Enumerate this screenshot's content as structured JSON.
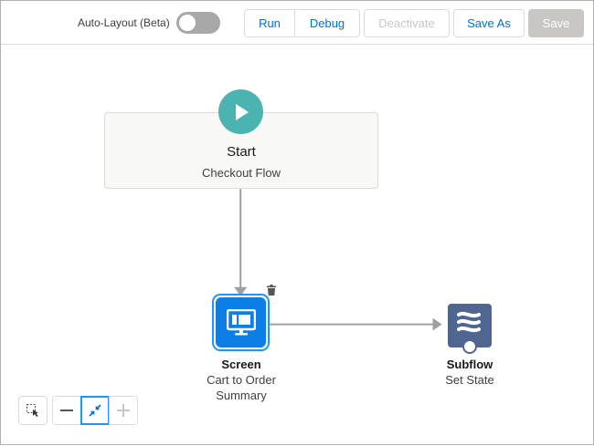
{
  "toolbar": {
    "auto_layout_label": "Auto-Layout (Beta)",
    "auto_layout_on": false,
    "run_label": "Run",
    "debug_label": "Debug",
    "deactivate_label": "Deactivate",
    "save_as_label": "Save As",
    "save_label": "Save"
  },
  "canvas": {
    "start": {
      "title": "Start",
      "subtitle": "Checkout Flow",
      "icon": "play-icon"
    },
    "screen_node": {
      "type": "Screen",
      "name_line1": "Cart to Order",
      "name_line2": "Summary",
      "icon": "screen-icon"
    },
    "subflow_node": {
      "type": "Subflow",
      "name": "Set State",
      "icon": "subflow-icon"
    }
  },
  "zoom_controls": {
    "pan": "pan-select-icon",
    "zoom_out": "minus-icon",
    "fit": "fit-to-view-icon",
    "zoom_in": "plus-icon"
  },
  "colors": {
    "accent": "#0070d2",
    "start_icon": "#4bb4b0",
    "screen_icon": "#0b7fe6",
    "subflow_icon": "#4e6690"
  }
}
